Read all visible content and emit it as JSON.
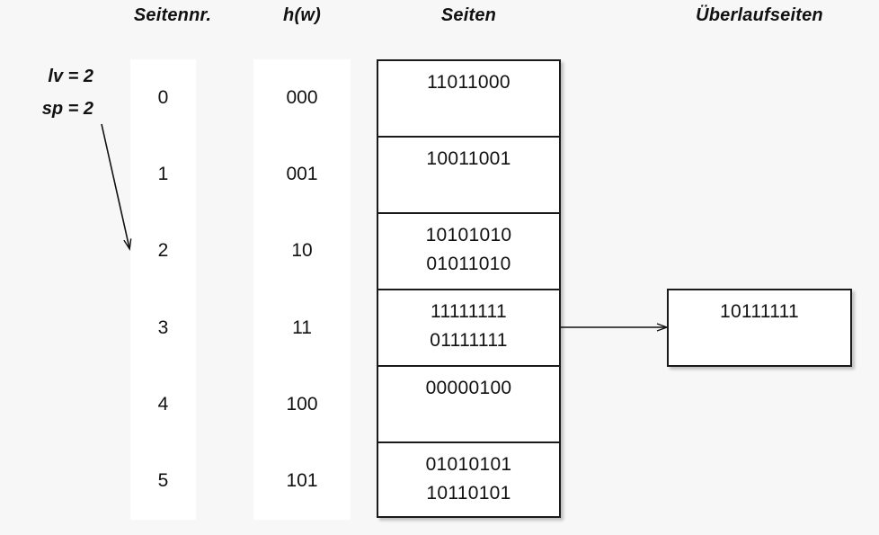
{
  "background_color": "#f7f7f7",
  "ink_color": "#111111",
  "headers": {
    "seitennr": "Seitennr.",
    "hw": "h(w)",
    "seiten": "Seiten",
    "ueberlaufseiten": "Überlaufseiten"
  },
  "params": {
    "lv": "lv = 2",
    "sp": "sp = 2"
  },
  "rows": [
    {
      "seitennr": "0",
      "hw": "000",
      "seiten": [
        "11011000"
      ]
    },
    {
      "seitennr": "1",
      "hw": "001",
      "seiten": [
        "10011001"
      ]
    },
    {
      "seitennr": "2",
      "hw": "10",
      "seiten": [
        "10101010",
        "01011010"
      ]
    },
    {
      "seitennr": "3",
      "hw": "11",
      "seiten": [
        "11111111",
        "01111111"
      ]
    },
    {
      "seitennr": "4",
      "hw": "100",
      "seiten": [
        "00000100"
      ]
    },
    {
      "seitennr": "5",
      "hw": "101",
      "seiten": [
        "01010101",
        "10110101"
      ]
    }
  ],
  "overflow_pages": [
    {
      "value": "10111111",
      "from_row_index": 3
    }
  ],
  "annotations": {
    "split_pointer_arrow": "arrow from sp label to Seitennr. row 2",
    "overflow_arrow": "arrow from Seiten row 3 to overflow page 10111111"
  }
}
